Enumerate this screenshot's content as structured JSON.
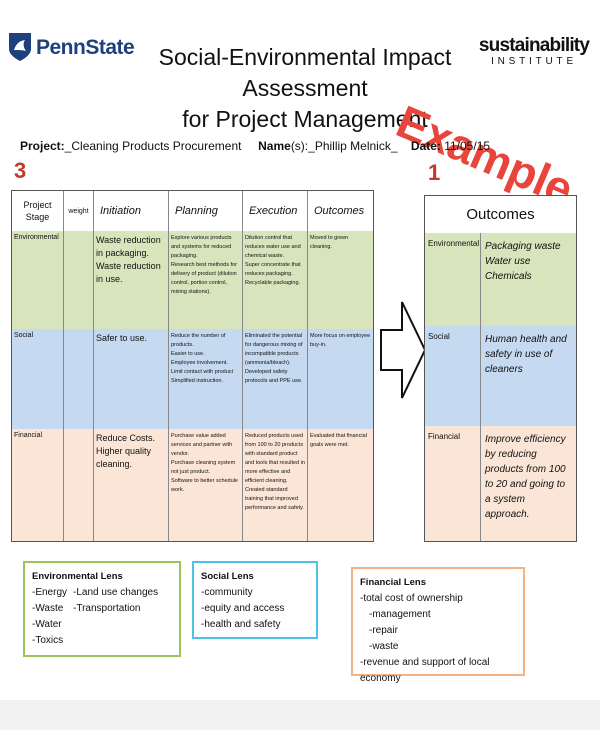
{
  "header": {
    "logo_text": "PennState",
    "title_line1": "Social-Environmental Impact Assessment",
    "title_line2": "for Project Management",
    "brand_line1": "sustainability",
    "brand_line2": "INSTITUTE",
    "stamp": "Example"
  },
  "project": {
    "project_label": "Project:",
    "project_value": "_Cleaning Products Procurement",
    "names_label": "Name",
    "names_suffix": "(s):_Phillip Melnick_",
    "date_label": "Date:",
    "date_value": "11/05/15"
  },
  "markers": {
    "left": "3",
    "right": "1"
  },
  "main_table": {
    "headers": {
      "stage": "Project Stage",
      "weight": "weight",
      "initiation": "Initiation",
      "planning": "Planning",
      "execution": "Execution",
      "outcomes": "Outcomes"
    },
    "rows": [
      {
        "stage": "Environmental",
        "weight": "",
        "initiation": "Waste reduction in packaging.\nWaste reduction in use.",
        "planning": "Explore various products and systems for reduced packaging.\nResearch best methods for delivery of product (dilution control, portion control, mixing stations).",
        "execution": "Dilution control that reduces water use and chemical waste.\nSuper concentrate that reduces packaging.\nRecyclable packaging.",
        "outcomes": "Moved to green cleaning."
      },
      {
        "stage": "Social",
        "weight": "",
        "initiation": "Safer to use.",
        "planning": "Reduce the number of products.\nEasier to use.\nEmployee involvement.\nLimit contact with product\nSimplified instruction.",
        "execution": "Eliminated the potential for dangerous mixing of incompatible products (ammonia/bleach).\nDeveloped safety protocols and PPE use.",
        "outcomes": "More focus on employee buy-in."
      },
      {
        "stage": "Financial",
        "weight": "",
        "initiation": "Reduce Costs.\nHigher quality cleaning.",
        "planning": "Purchase value added services and partner with vendor.\nPurchase cleaning system not just product.\nSoftware to better schedule work.",
        "execution": "Reduced products used from 100 to 20 products with standard product and tools that resulted in more effective and efficient cleaning.\nCreated standard training that improved performance and safety.",
        "outcomes": "Evaluated that financial goals were met."
      }
    ]
  },
  "outcomes_table": {
    "title": "Outcomes",
    "rows": [
      {
        "stage": "Environmental",
        "text": "Packaging waste\nWater use\nChemicals"
      },
      {
        "stage": "Social",
        "text": "Human health and safety in use of cleaners"
      },
      {
        "stage": "Financial",
        "text": "Improve efficiency by reducing products from 100 to 20 and going to a system approach."
      }
    ]
  },
  "lenses": {
    "environmental": {
      "title": "Environmental Lens",
      "col1": [
        "-Energy",
        "-Waste",
        "-Water",
        "-Toxics"
      ],
      "col2": [
        "-Land use changes",
        "-Transportation"
      ]
    },
    "social": {
      "title": "Social Lens",
      "items": [
        "-community",
        "-equity and access",
        "-health and safety"
      ]
    },
    "financial": {
      "title": "Financial Lens",
      "items": [
        "-total cost of ownership",
        "-management",
        "-repair",
        "-waste",
        "-revenue and support of local economy"
      ]
    }
  },
  "colors": {
    "env": "#d8e4bc",
    "social": "#c5d9f1",
    "financial": "#fbe5d6",
    "stamp": "#e8453c",
    "psu_blue": "#1e407c"
  }
}
